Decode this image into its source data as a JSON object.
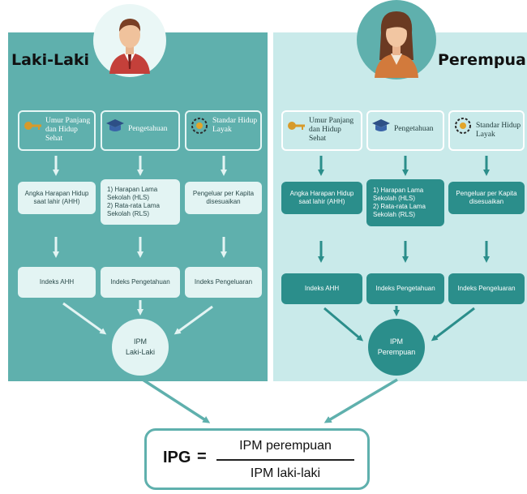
{
  "colors": {
    "teal_dark": "#5fb0ad",
    "teal_light": "#c9eaea",
    "teal_deep": "#2b8e8b"
  },
  "left": {
    "title": "Laki-Laki",
    "avatar": "male-avatar",
    "categories": [
      "Umur Panjang dan Hidup Sehat",
      "Pengetahuan",
      "Standar Hidup Layak"
    ],
    "measures": [
      "Angka Harapan Hidup saat lahir (AHH)",
      "1) Harapan Lama Sekolah (HLS)\n2) Rata-rata Lama Sekolah (RLS)",
      "Pengeluar per Kapita disesuaikan"
    ],
    "indices": [
      "Indeks AHH",
      "Indeks Pengetahuan",
      "Indeks Pengeluaran"
    ],
    "ipm_line1": "IPM",
    "ipm_line2": "Laki-Laki"
  },
  "right": {
    "title": "Perempuan",
    "avatar": "female-avatar",
    "categories": [
      "Umur Panjang dan Hidup Sehat",
      "Pengetahuan",
      "Standar Hidup Layak"
    ],
    "measures": [
      "Angka Harapan Hidup saat lahir (AHH)",
      "1) Harapan Lama Sekolah (HLS)\n2) Rata-rata Lama Sekolah (RLS)",
      "Pengeluar per Kapita disesuaikan"
    ],
    "indices": [
      "Indeks AHH",
      "Indeks Pengetahuan",
      "Indeks Pengeluaran"
    ],
    "ipm_line1": "IPM",
    "ipm_line2": "Perempuan"
  },
  "formula": {
    "lhs": "IPG",
    "eq": "=",
    "numerator": "IPM perempuan",
    "denominator": "IPM laki-laki"
  },
  "icons": [
    "key-health-icon",
    "graduation-cap-icon",
    "money-gear-icon"
  ]
}
